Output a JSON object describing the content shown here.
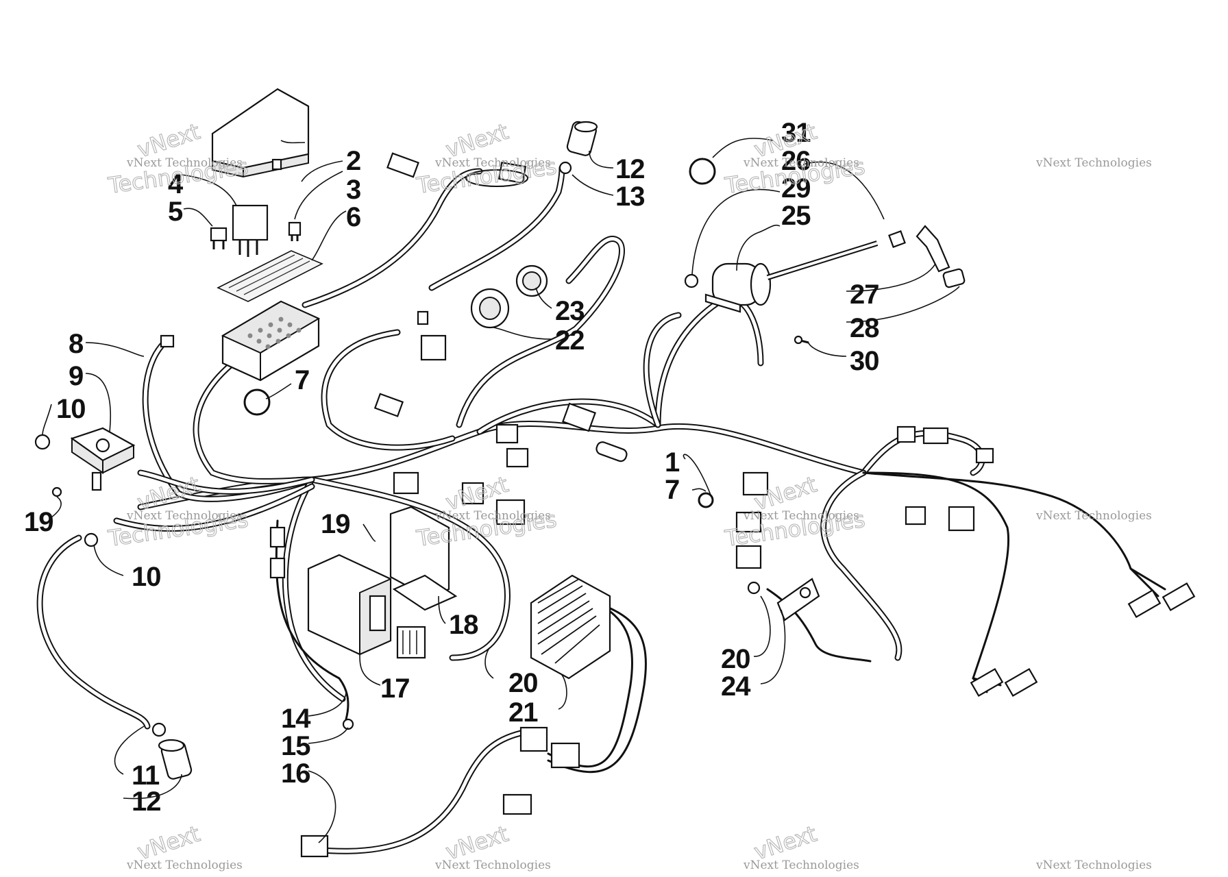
{
  "watermark": {
    "line1": "vNext",
    "line2": "Technologies",
    "full": "vNext Technologies"
  },
  "callouts": [
    {
      "id": "c2",
      "text": "2"
    },
    {
      "id": "c3",
      "text": "3"
    },
    {
      "id": "c4",
      "text": "4"
    },
    {
      "id": "c5",
      "text": "5"
    },
    {
      "id": "c6",
      "text": "6"
    },
    {
      "id": "c7a",
      "text": "7"
    },
    {
      "id": "c8",
      "text": "8"
    },
    {
      "id": "c9",
      "text": "9"
    },
    {
      "id": "c10a",
      "text": "10"
    },
    {
      "id": "c10b",
      "text": "10"
    },
    {
      "id": "c11",
      "text": "11"
    },
    {
      "id": "c12a",
      "text": "12"
    },
    {
      "id": "c12b",
      "text": "12"
    },
    {
      "id": "c13",
      "text": "13"
    },
    {
      "id": "c14",
      "text": "14"
    },
    {
      "id": "c15",
      "text": "15"
    },
    {
      "id": "c16",
      "text": "16"
    },
    {
      "id": "c17",
      "text": "17"
    },
    {
      "id": "c18",
      "text": "18"
    },
    {
      "id": "c19a",
      "text": "19"
    },
    {
      "id": "c19b",
      "text": "19"
    },
    {
      "id": "c20a",
      "text": "20"
    },
    {
      "id": "c20b",
      "text": "20"
    },
    {
      "id": "c21",
      "text": "21"
    },
    {
      "id": "c22",
      "text": "22"
    },
    {
      "id": "c23",
      "text": "23"
    },
    {
      "id": "c24",
      "text": "24"
    },
    {
      "id": "c25",
      "text": "25"
    },
    {
      "id": "c26",
      "text": "26"
    },
    {
      "id": "c27",
      "text": "27"
    },
    {
      "id": "c28",
      "text": "28"
    },
    {
      "id": "c29",
      "text": "29"
    },
    {
      "id": "c30",
      "text": "30"
    },
    {
      "id": "c31",
      "text": "31"
    },
    {
      "id": "c1",
      "text": "1"
    },
    {
      "id": "c7b",
      "text": "7"
    }
  ]
}
